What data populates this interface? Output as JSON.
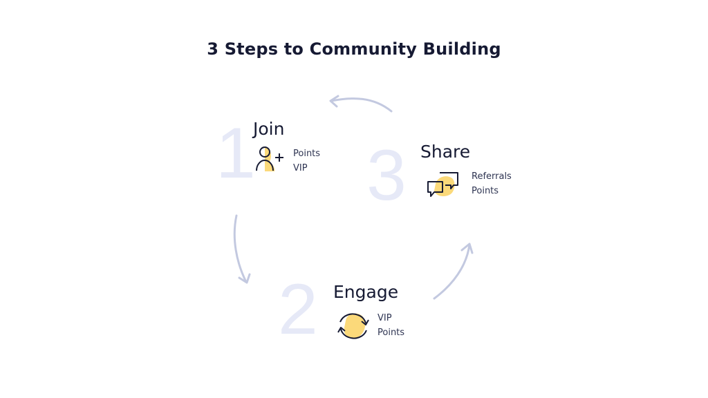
{
  "title": "3 Steps to Community Building",
  "colors": {
    "background": "#ffffff",
    "text": "#161a33",
    "number_fill": "#e6e9f7",
    "arrow": "#c3c9e0",
    "icon_highlight": "#fbd97a"
  },
  "steps": [
    {
      "number": "1",
      "title": "Join",
      "icon": "user-plus-icon",
      "tags": [
        "Points",
        "VIP"
      ]
    },
    {
      "number": "2",
      "title": "Engage",
      "icon": "refresh-cycle-icon",
      "tags": [
        "VIP",
        "Points"
      ]
    },
    {
      "number": "3",
      "title": "Share",
      "icon": "chat-bubbles-icon",
      "tags": [
        "Referrals",
        "Points"
      ]
    }
  ]
}
